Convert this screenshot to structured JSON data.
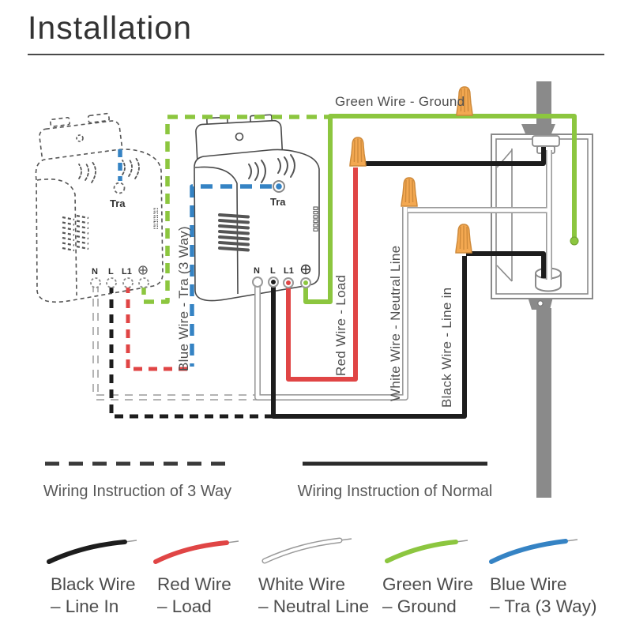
{
  "title": "Installation",
  "diagram": {
    "wire_labels": {
      "green": "Green Wire - Ground",
      "blue": "Blue Wire - Tra (3 Way)",
      "red": "Red Wire - Load",
      "white": "White Wire - Neutral Line",
      "black": "Black Wire - Line in"
    },
    "main_switch": {
      "tra": "Tra",
      "n": "N",
      "l": "L",
      "l1": "L1"
    },
    "secondary_switch": {
      "tra": "Tra",
      "n": "N",
      "l": "L",
      "l1": "L1"
    },
    "colors": {
      "green": "#8CC63F",
      "red": "#E04545",
      "blue": "#3583C4",
      "black": "#1D1D1D",
      "white_outline": "#9A9A9A",
      "gray": "#8A8A8A",
      "nut": "#F3A851",
      "nut_stroke": "#CE8A3B"
    }
  },
  "line_legend": {
    "three_way": "Wiring Instruction of 3 Way",
    "normal": "Wiring Instruction of Normal"
  },
  "wire_legend": [
    {
      "name": "Black Wire",
      "desc": "– Line In",
      "color": "#1D1D1D"
    },
    {
      "name": "Red Wire",
      "desc": "– Load",
      "color": "#E04545"
    },
    {
      "name": "White Wire",
      "desc": "– Neutral Line",
      "color": "#FFFFFF"
    },
    {
      "name": "Green Wire",
      "desc": "– Ground",
      "color": "#8CC63F"
    },
    {
      "name": "Blue Wire",
      "desc": "– Tra (3 Way)",
      "color": "#3583C4"
    }
  ]
}
